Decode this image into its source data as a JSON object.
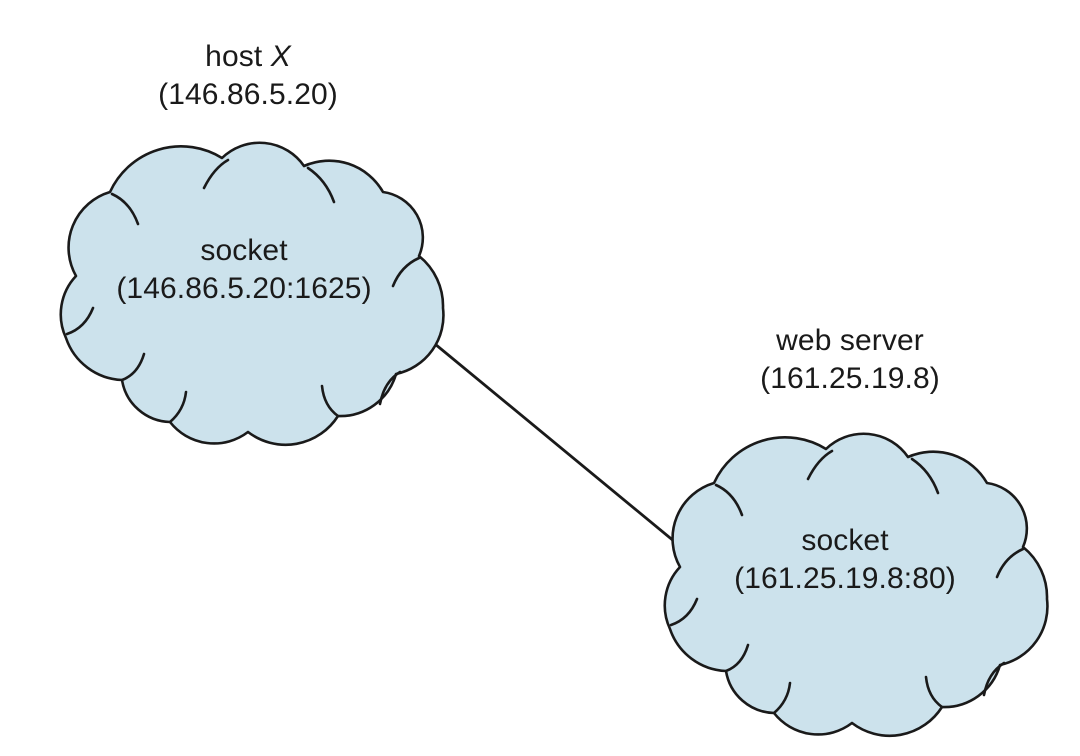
{
  "diagram": {
    "title": "socket communication between host and web server",
    "background_color": "#ffffff",
    "cloud_fill_color": "#cce2ec",
    "outline_color": "#1a1a1a",
    "text_color": "#1a1a1a"
  },
  "nodes": [
    {
      "id": "host-x",
      "caption_line1_prefix": "host ",
      "caption_line1_italic": "X",
      "caption_line2": "(146.86.5.20)",
      "socket_line1": "socket",
      "socket_line2": "(146.86.5.20:1625)",
      "ip": "146.86.5.20",
      "port": "1625"
    },
    {
      "id": "web-server",
      "caption_line1_prefix": "web server",
      "caption_line1_italic": "",
      "caption_line2": "(161.25.19.8)",
      "socket_line1": "socket",
      "socket_line2": "(161.25.19.8:80)",
      "ip": "161.25.19.8",
      "port": "80"
    }
  ],
  "connection": {
    "label": "",
    "from": "host-x",
    "to": "web-server"
  }
}
